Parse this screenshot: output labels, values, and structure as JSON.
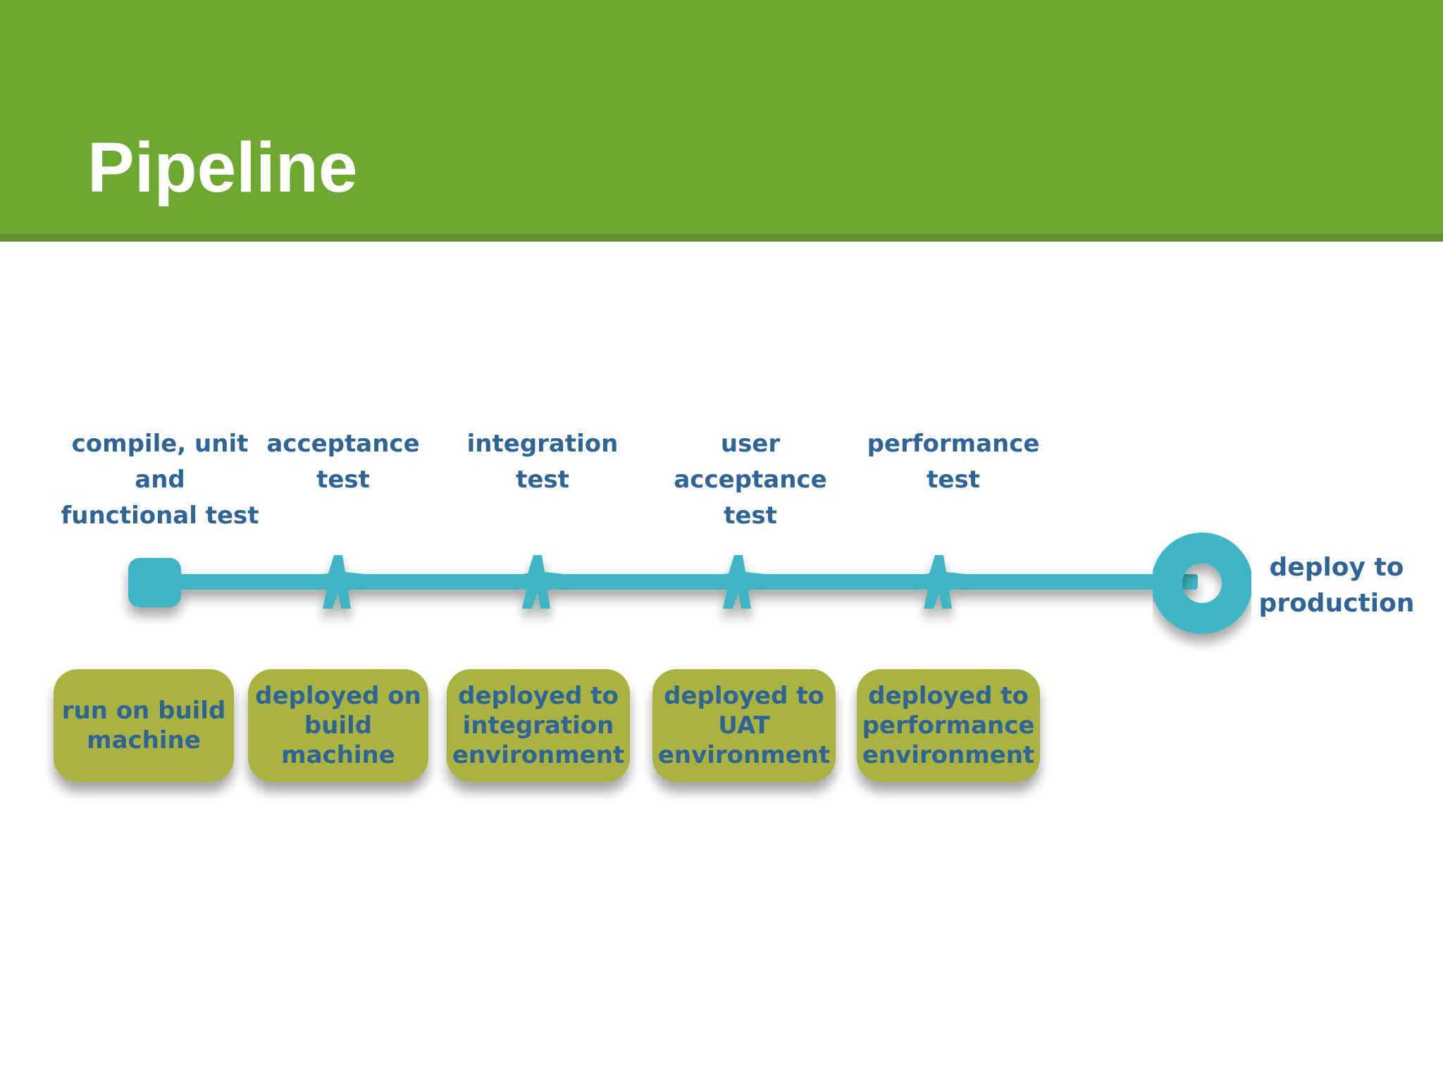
{
  "slide": {
    "title": "Pipeline"
  },
  "pipeline": {
    "stages": [
      {
        "label": "compile, unit\nand\nfunctional test",
        "environment": "run on build\nmachine"
      },
      {
        "label": "acceptance\ntest",
        "environment": "deployed on\nbuild\nmachine"
      },
      {
        "label": "integration\ntest",
        "environment": "deployed to\nintegration\nenvironment"
      },
      {
        "label": "user acceptance\ntest",
        "environment": "deployed to\nUAT\nenvironment"
      },
      {
        "label": "performance\ntest",
        "environment": "deployed to\nperformance\nenvironment"
      }
    ],
    "final": {
      "label": "deploy to\nproduction"
    },
    "colors": {
      "header": "#6fa830",
      "line": "#41b6c4",
      "box": "#aab33f",
      "text": "#2f6596"
    }
  }
}
